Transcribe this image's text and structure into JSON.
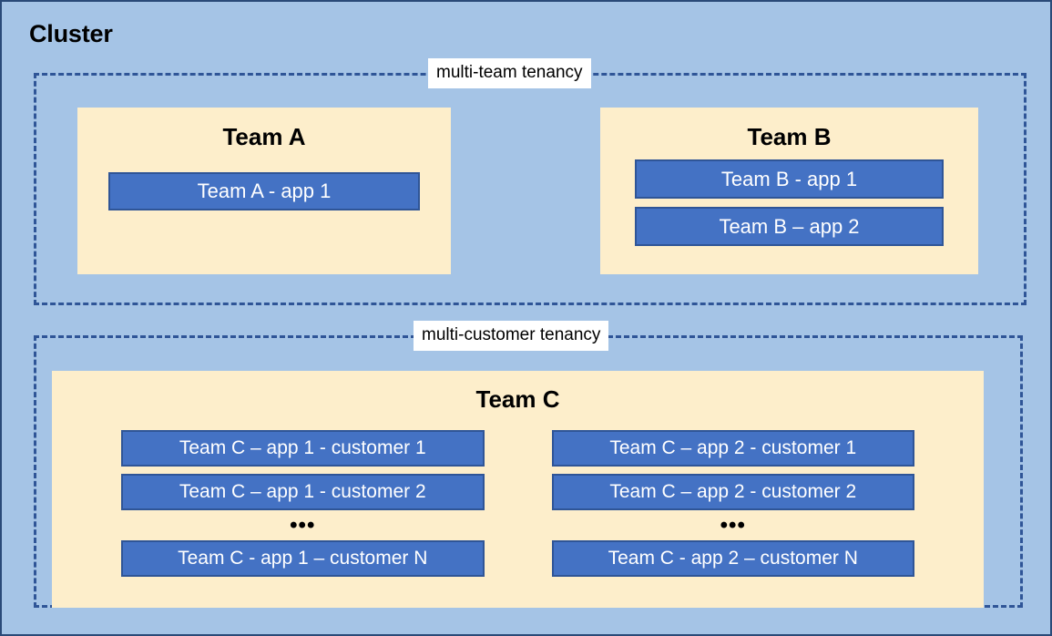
{
  "diagram": {
    "title": "Cluster",
    "colors": {
      "canvas_background": "#A5C4E6",
      "canvas_border": "#2a4a78",
      "tenancy_dash": "#2F5597",
      "team_panel_fill": "#FDEECB",
      "app_box_fill": "#4472C4",
      "app_box_border": "#2F5597",
      "app_box_text": "#FFFFFF",
      "label_background": "#FFFFFF",
      "title_text": "#000000"
    },
    "zones": [
      {
        "id": "multi-team",
        "label": "multi-team tenancy",
        "teams": [
          {
            "id": "team-a",
            "title": "Team A",
            "apps": [
              {
                "label": "Team A - app 1"
              }
            ]
          },
          {
            "id": "team-b",
            "title": "Team B",
            "apps": [
              {
                "label": "Team B - app 1"
              },
              {
                "label": "Team B – app 2"
              }
            ]
          }
        ]
      },
      {
        "id": "multi-customer",
        "label": "multi-customer tenancy",
        "teams": [
          {
            "id": "team-c",
            "title": "Team C",
            "columns": [
              {
                "id": "team-c-app-1",
                "apps_top": [
                  {
                    "label": "Team C – app 1 - customer 1"
                  },
                  {
                    "label": "Team C – app 1 - customer 2"
                  }
                ],
                "ellipsis": "•••",
                "apps_bottom": [
                  {
                    "label": "Team C - app 1 – customer N"
                  }
                ]
              },
              {
                "id": "team-c-app-2",
                "apps_top": [
                  {
                    "label": "Team C – app 2 - customer 1"
                  },
                  {
                    "label": "Team C – app 2 - customer 2"
                  }
                ],
                "ellipsis": "•••",
                "apps_bottom": [
                  {
                    "label": "Team C - app 2 – customer N"
                  }
                ]
              }
            ]
          }
        ]
      }
    ]
  }
}
